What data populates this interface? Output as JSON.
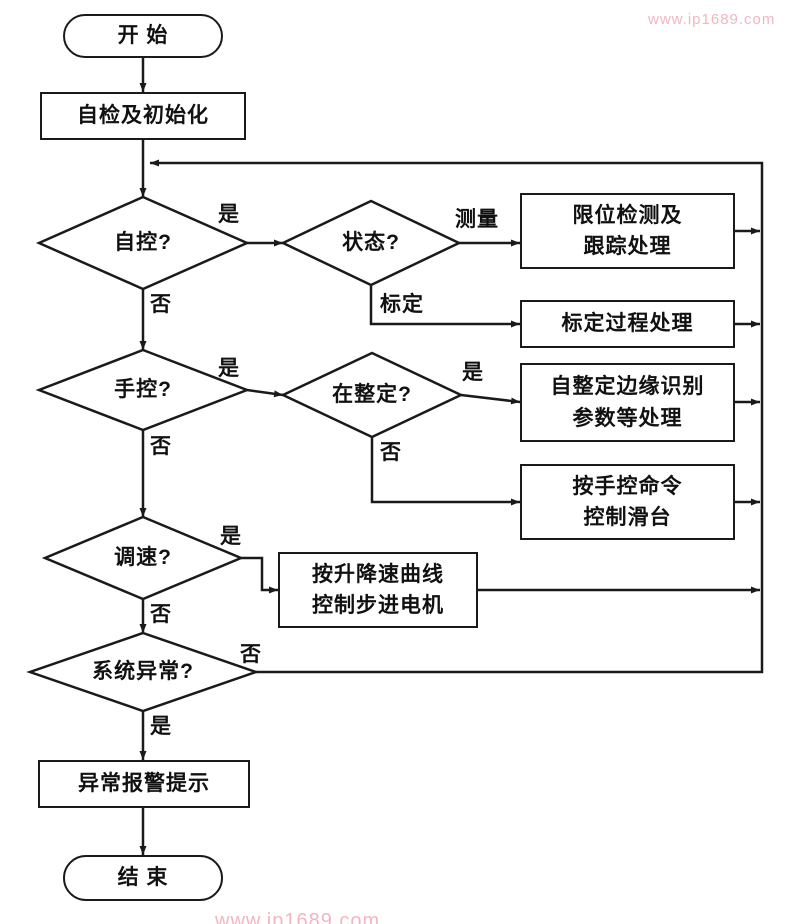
{
  "watermark": {
    "top_right": "www.ip1689.com",
    "bottom": "www.ip1689.com"
  },
  "nodes": {
    "start": {
      "label": "开 始"
    },
    "init": {
      "label": "自检及初始化"
    },
    "auto": {
      "label": "自控?"
    },
    "status": {
      "label": "状态?"
    },
    "limit": {
      "line1": "限位检测及",
      "line2": "跟踪处理"
    },
    "calib": {
      "label": "标定过程处理"
    },
    "manual": {
      "label": "手控?"
    },
    "tuning": {
      "label": "在整定?"
    },
    "autotune": {
      "line1": "自整定边缘识别",
      "line2": "参数等处理"
    },
    "manualcmd": {
      "line1": "按手控命令",
      "line2": "控制滑台"
    },
    "speed": {
      "label": "调速?"
    },
    "motor": {
      "line1": "按升降速曲线",
      "line2": "控制步进电机"
    },
    "abnormal": {
      "label": "系统异常?"
    },
    "alarm": {
      "label": "异常报警提示"
    },
    "end": {
      "label": "结 束"
    }
  },
  "edge_labels": {
    "auto_yes": "是",
    "auto_no": "否",
    "status_measure": "测量",
    "status_calib": "标定",
    "manual_yes": "是",
    "manual_no": "否",
    "tuning_yes": "是",
    "tuning_no": "否",
    "speed_yes": "是",
    "speed_no": "否",
    "abnormal_no": "否",
    "abnormal_yes": "是"
  },
  "colors": {
    "line": "#1a1a1a",
    "watermark": "#f2b6c2",
    "background": "#ffffff"
  }
}
